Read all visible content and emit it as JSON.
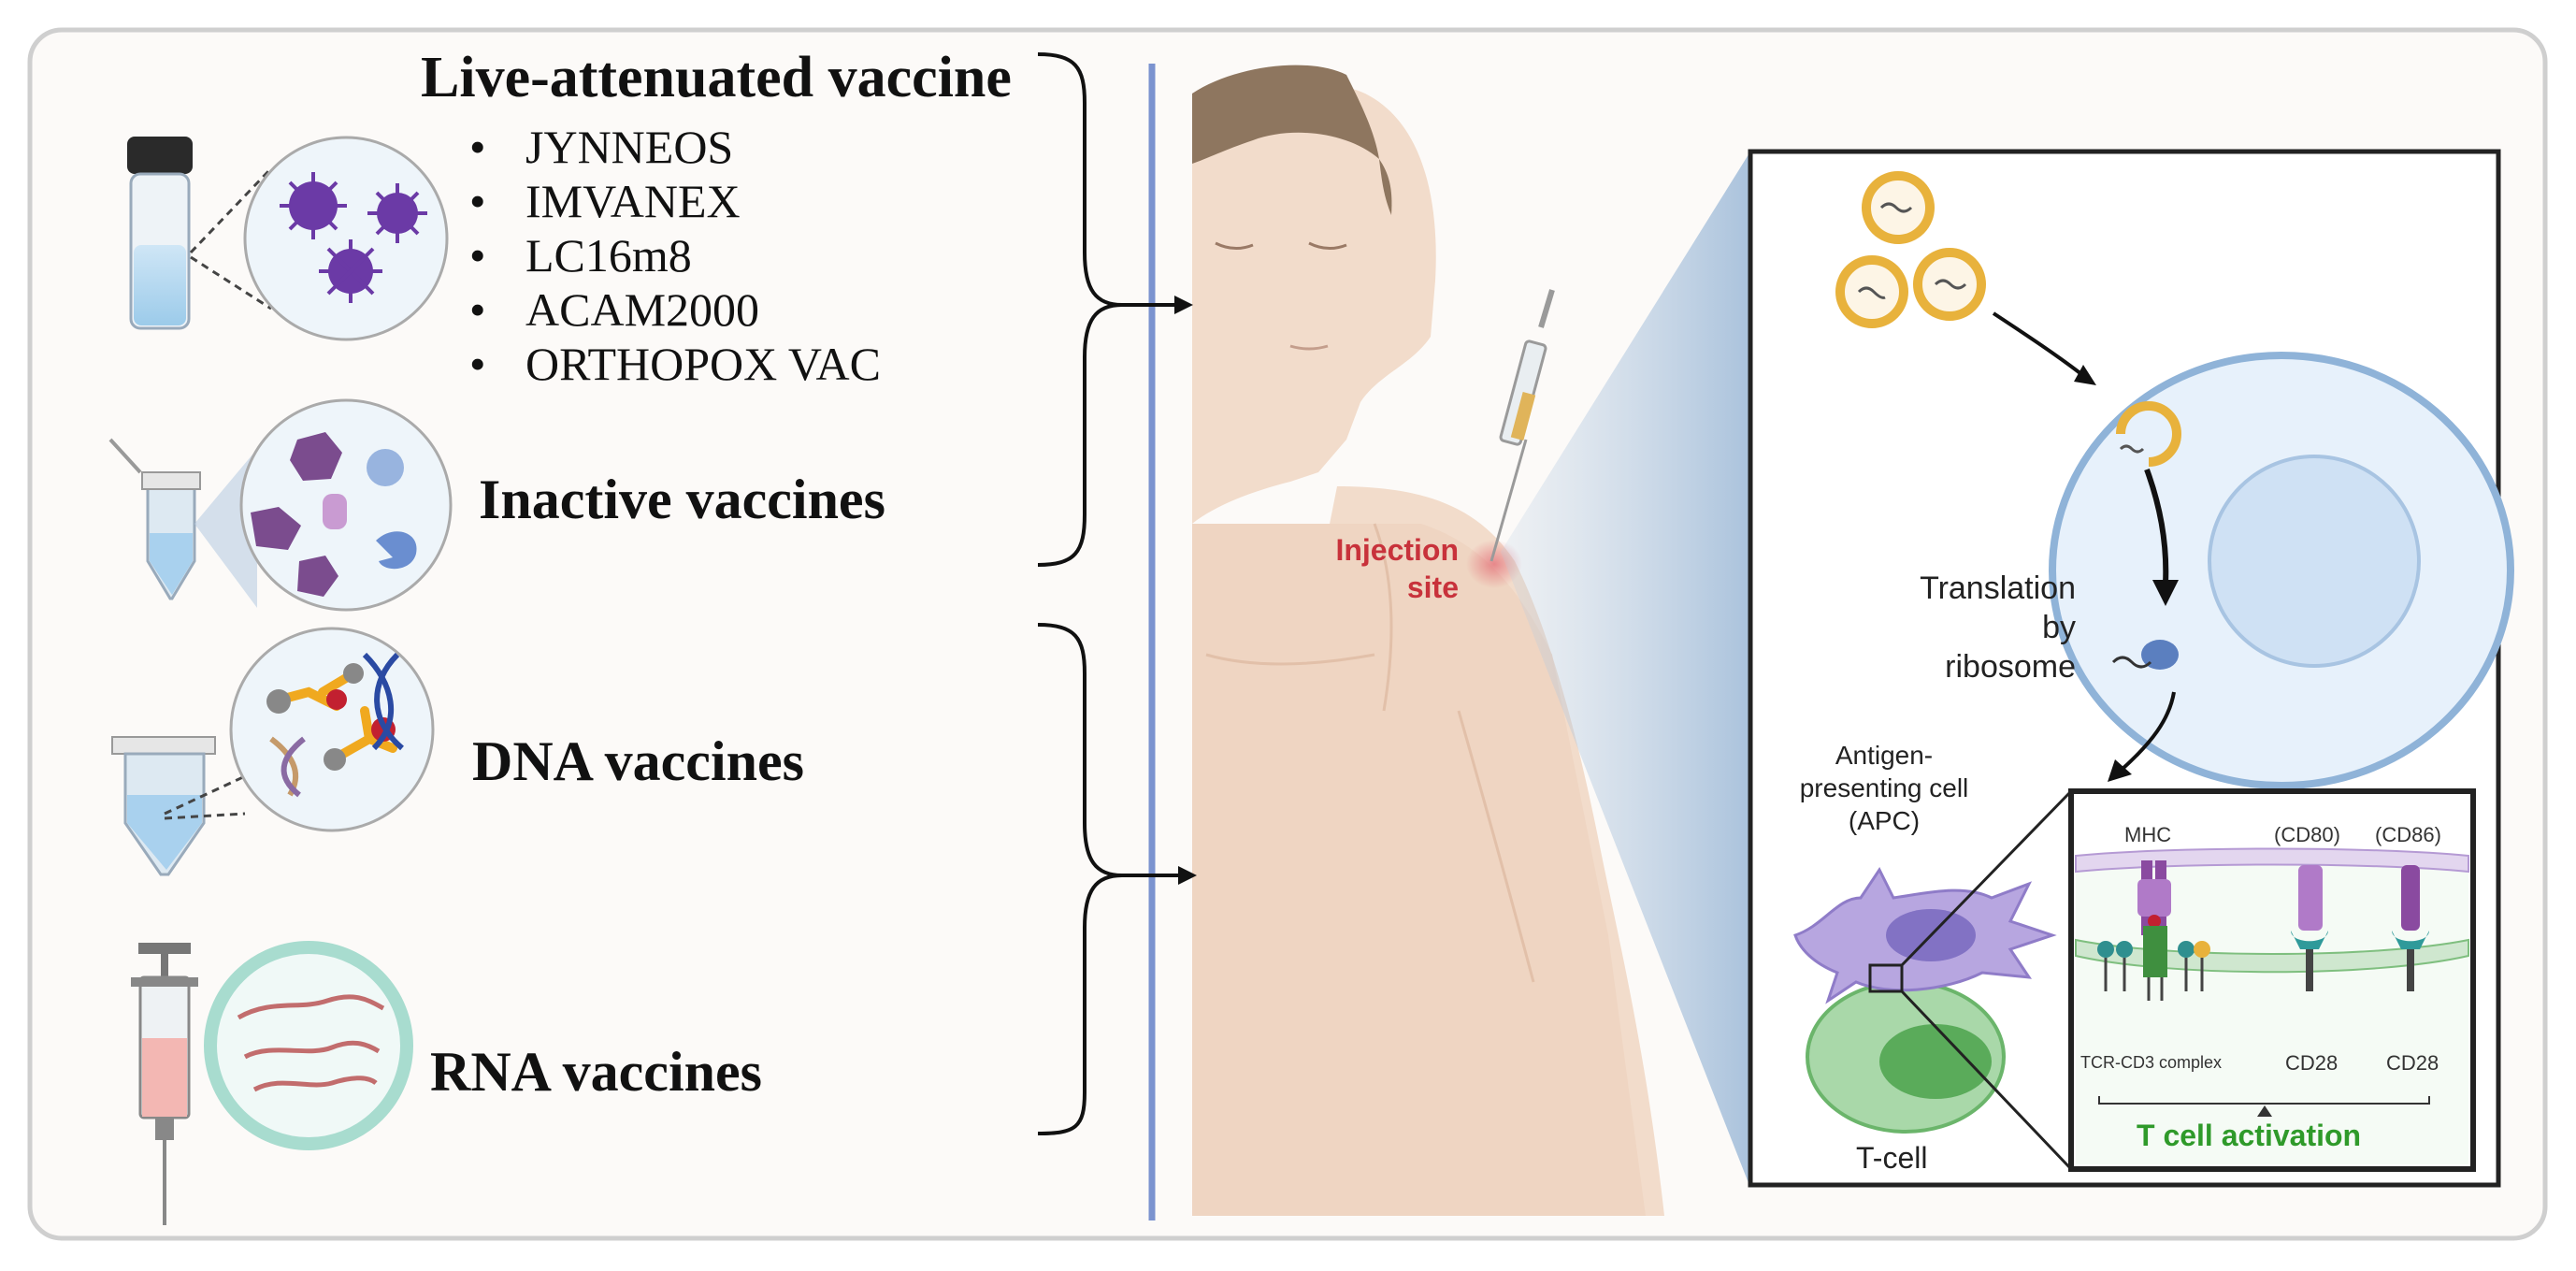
{
  "colors": {
    "panel_border": "#cfcfcf",
    "divider": "#7b93cf",
    "label_red": "#c8323b",
    "activation_green": "#2f9a2a",
    "skin": "#f2dccb",
    "vesicle": "#e8b23c"
  },
  "left": {
    "live_attenuated": {
      "title": "Live-attenuated vaccine",
      "items": [
        "JYNNEOS",
        "IMVANEX",
        "LC16m8",
        "ACAM2000",
        "ORTHOPOX VAC"
      ]
    },
    "inactive": {
      "title": "Inactive vaccines"
    },
    "dna": {
      "title": "DNA vaccines"
    },
    "rna": {
      "title": "RNA vaccines"
    }
  },
  "center": {
    "injection_label": [
      "Injection",
      "site"
    ]
  },
  "inset": {
    "translation_label": [
      "Translation",
      "by",
      "ribosome"
    ],
    "apc_label": [
      "Antigen-",
      "presenting cell",
      "(APC)"
    ],
    "tcell_label": "T-cell",
    "synapse": {
      "mhc": "MHC",
      "cd80": "(CD80)",
      "cd86": "(CD86)",
      "tcr": "TCR-CD3 complex",
      "cd28_a": "CD28",
      "cd28_b": "CD28",
      "activation": "T cell activation"
    }
  },
  "icons": [
    "vial-icon",
    "virus-icon",
    "tube-icon",
    "syringe-icon",
    "rna-strand-icon",
    "dna-icon",
    "antibody-icon",
    "vesicle-icon",
    "apc-cell-icon",
    "t-cell-icon"
  ]
}
